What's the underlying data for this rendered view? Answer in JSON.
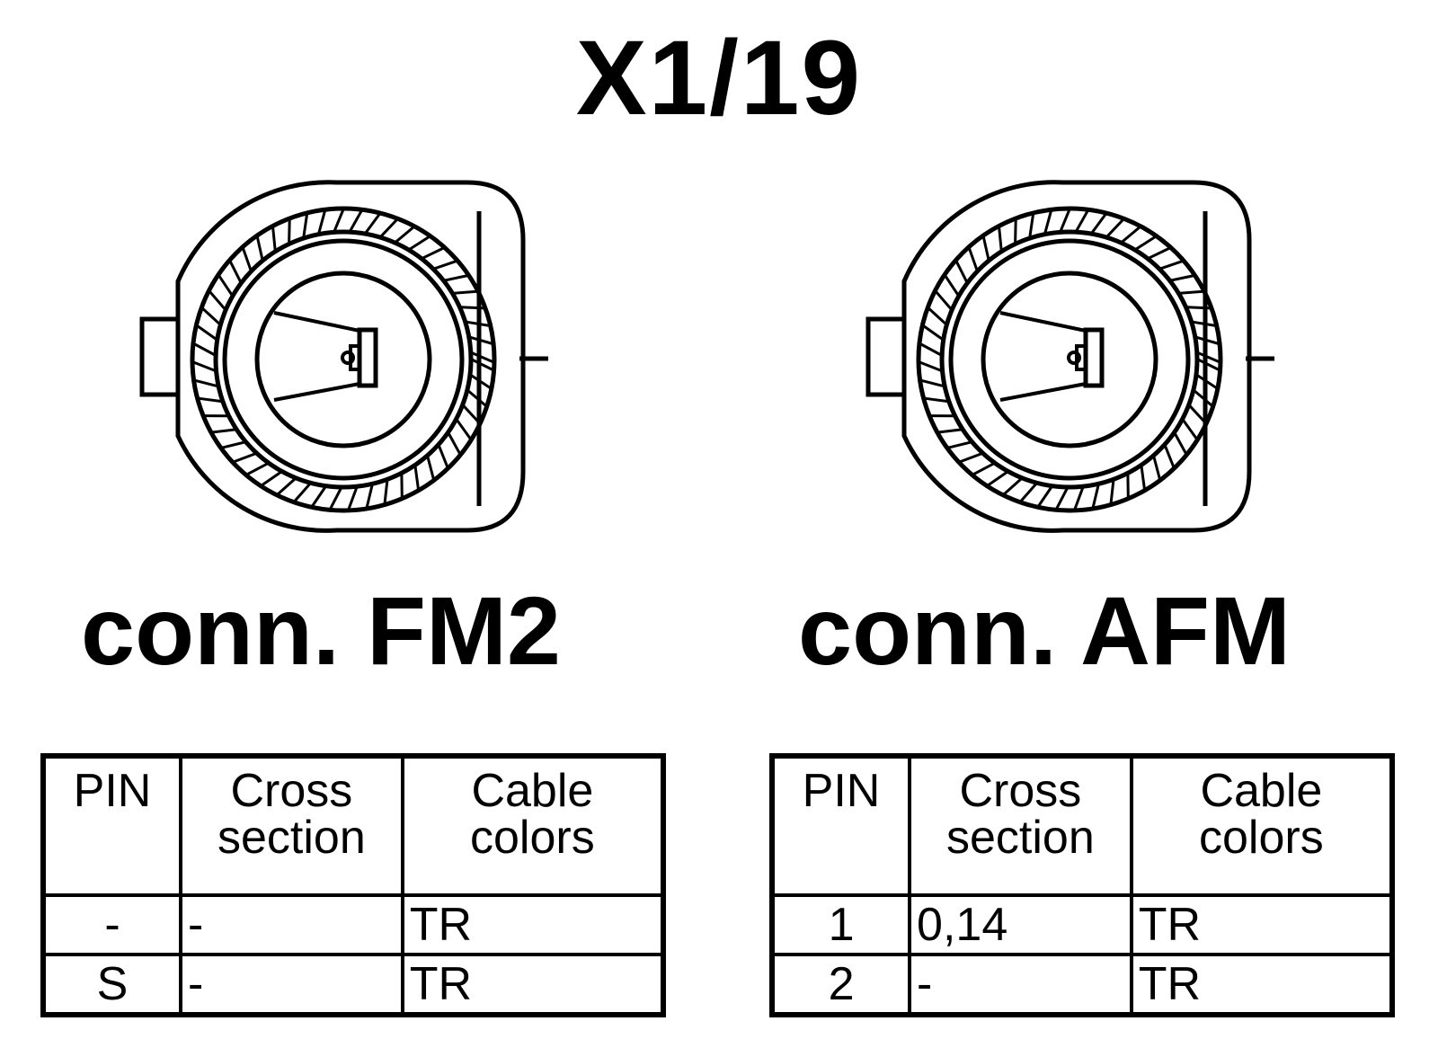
{
  "title": "X1/19",
  "connectors": [
    {
      "label": "conn. FM2",
      "table": {
        "headers": {
          "pin": "PIN",
          "cross_1": "Cross",
          "cross_2": "section",
          "cable_1": "Cable",
          "cable_2": "colors"
        },
        "rows": [
          {
            "pin": "-",
            "cross": "-",
            "color": "TR"
          },
          {
            "pin": "S",
            "cross": "-",
            "color": "TR"
          }
        ]
      }
    },
    {
      "label": "conn. AFM",
      "table": {
        "headers": {
          "pin": "PIN",
          "cross_1": "Cross",
          "cross_2": "section",
          "cable_1": "Cable",
          "cable_2": "colors"
        },
        "rows": [
          {
            "pin": "1",
            "cross": "0,14",
            "color": "TR"
          },
          {
            "pin": "2",
            "cross": "-",
            "color": "TR"
          }
        ]
      }
    }
  ],
  "colors": {
    "line": "#000000",
    "background": "#ffffff"
  },
  "icons": [
    "connector-fm2-icon",
    "connector-afm-icon"
  ]
}
